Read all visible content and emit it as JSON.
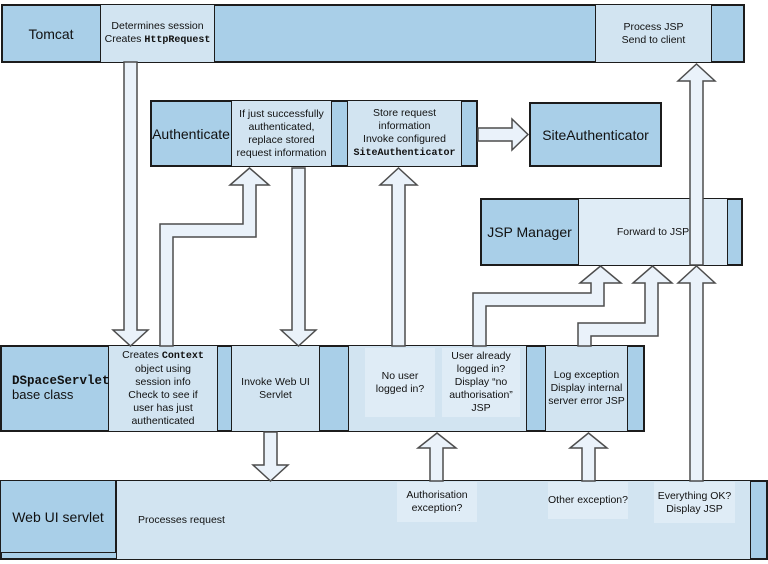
{
  "colors": {
    "medium_blue": "#a9cfe8",
    "light_blue": "#d2e4f1",
    "pale_blue": "#dfecf6",
    "arrow_fill": "#eaf2fa",
    "arrow_stroke": "#4d4d4d",
    "border": "#1c1c1c",
    "background": "#ffffff"
  },
  "tomcat_bar": {
    "label": "Tomcat",
    "determines_box": {
      "text": "Determines session\nCreates ",
      "code": "HttpRequest"
    },
    "process_box": {
      "text": "Process JSP\nSend to client"
    }
  },
  "authenticate_bar": {
    "label": "Authenticate",
    "replace_box": {
      "text": "If just successfully\nauthenticated,\nreplace stored\nrequest information"
    },
    "store_box": {
      "text": "Store request information\nInvoke configured\n",
      "code": "SiteAuthenticator"
    }
  },
  "site_authenticator_box": {
    "label": "SiteAuthenticator"
  },
  "jsp_manager_bar": {
    "label": "JSP Manager",
    "forward_box": {
      "text": "Forward to JSP"
    }
  },
  "dspace_bar": {
    "label_code": "DSpaceServlet",
    "label_text": "base class",
    "context_box": {
      "prefix": "Creates ",
      "code": "Context",
      "rest": "\nobject using\nsession info\nCheck to see if\nuser has just\nauthenticated"
    },
    "invoke_box": {
      "text": "Invoke Web UI\nServlet"
    },
    "no_user_box": {
      "text": "No user\nlogged in?"
    },
    "already_box": {
      "text": "User already\nlogged in?\nDisplay “no\nauthorisation”\nJSP"
    },
    "log_box": {
      "text": "Log exception\nDisplay internal\nserver error JSP"
    }
  },
  "webui_bar": {
    "label": "Web UI servlet",
    "processes_box": {
      "text": "Processes request"
    },
    "authorisation_panel": {
      "text": "Authorisation\nexception?"
    },
    "other_panel": {
      "text": "Other exception?"
    },
    "everything_panel": {
      "text": "Everything OK?\nDisplay JSP"
    }
  }
}
